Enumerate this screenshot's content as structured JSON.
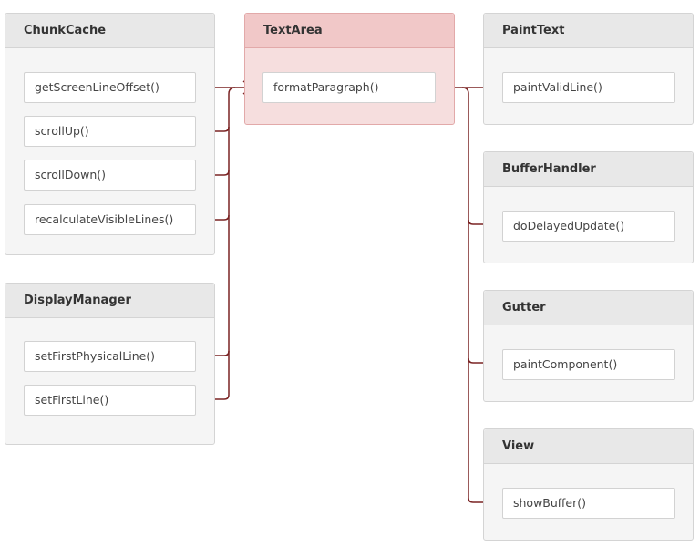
{
  "diagram": {
    "link_color": "#7a2323",
    "highlight_fill": "#f6dede",
    "target": {
      "title": "TextArea",
      "method": "formatParagraph()"
    },
    "left_groups": [
      {
        "title": "ChunkCache",
        "methods": [
          "getScreenLineOffset()",
          "scrollUp()",
          "scrollDown()",
          "recalculateVisibleLines()"
        ]
      },
      {
        "title": "DisplayManager",
        "methods": [
          "setFirstPhysicalLine()",
          "setFirstLine()"
        ]
      }
    ],
    "right_groups": [
      {
        "title": "PaintText",
        "methods": [
          "paintValidLine()"
        ]
      },
      {
        "title": "BufferHandler",
        "methods": [
          "doDelayedUpdate()"
        ]
      },
      {
        "title": "Gutter",
        "methods": [
          "paintComponent()"
        ]
      },
      {
        "title": "View",
        "methods": [
          "showBuffer()"
        ]
      }
    ]
  }
}
